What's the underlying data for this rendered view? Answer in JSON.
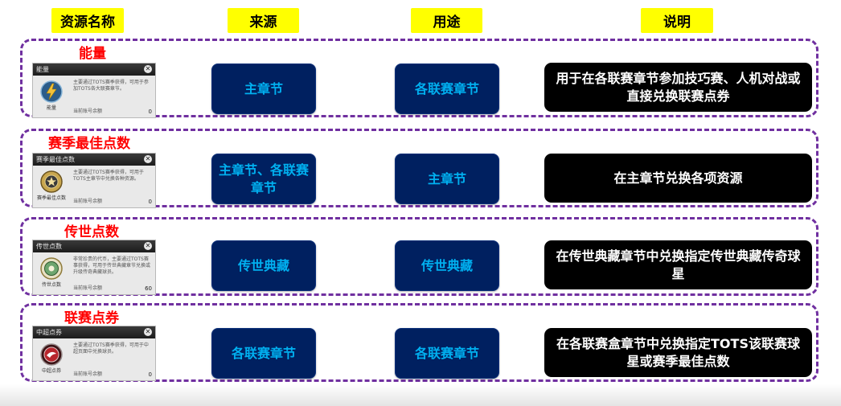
{
  "headers": [
    "资源名称",
    "来源",
    "用途",
    "说明"
  ],
  "rows": [
    {
      "name": "能量",
      "card": {
        "title": "能量",
        "icon_label": "能量",
        "desc": "主要通过TOTS赛季获得，可用于参加TOTS各大联赛章节。",
        "footer_label": "当前账号余额",
        "footer_value": "0"
      },
      "source": "主章节",
      "usage": "各联赛章节",
      "explanation": "用于在各联赛章节参加技巧赛、人机对战或直接兑换联赛点券"
    },
    {
      "name": "赛季最佳点数",
      "card": {
        "title": "赛季最佳点数",
        "icon_label": "赛季最佳点数",
        "desc": "主要通过TOTS赛季获得，可用于TOTS主章节中兑换各种资源。",
        "footer_label": "当前账号余额",
        "footer_value": "0"
      },
      "source": "主章节、各联赛章节",
      "usage": "主章节",
      "explanation": "在主章节兑换各项资源"
    },
    {
      "name": "传世点数",
      "card": {
        "title": "传世点数",
        "icon_label": "传世点数",
        "desc": "非常珍贵的代币，主要通过TOTS赛事获得，可用于传世典藏章节兑换或升级传奇典藏球员。",
        "footer_label": "当前账号余额",
        "footer_value": "60"
      },
      "source": "传世典藏",
      "usage": "传世典藏",
      "explanation": "在传世典藏章节中兑换指定传世典藏传奇球星"
    },
    {
      "name": "联赛点券",
      "card": {
        "title": "中超点券",
        "icon_label": "中超点券",
        "desc": "主要通过TOTS赛季获得，可用于中超页面中兑换球员。",
        "footer_label": "当前账号余额",
        "footer_value": "0"
      },
      "source": "各联赛章节",
      "usage": "各联赛章节",
      "explanation": "在各联赛盒章节中兑换指定TOTS该联赛球星或赛季最佳点数"
    }
  ],
  "colors": {
    "header_bg": "#ffff00",
    "name_text": "#ff0000",
    "pill_bg": "#002060",
    "pill_text": "#00b0f0",
    "desc_bg": "#000000",
    "group_border": "#7030a0"
  },
  "icons": [
    "energy-icon",
    "tots-points-medal-icon",
    "legacy-points-icon",
    "league-coupon-icon"
  ]
}
